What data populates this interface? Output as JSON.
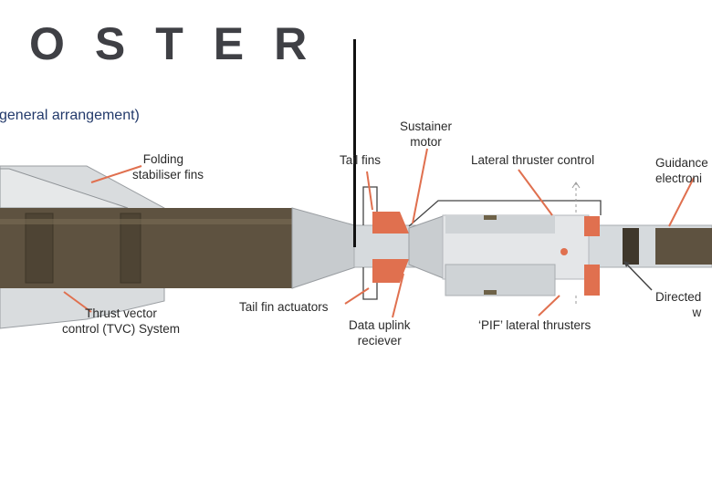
{
  "title": "OSTER",
  "subtitle": "general arrangement)",
  "colors": {
    "body_brown": "#5e5240",
    "body_grey": "#cfd3d6",
    "accent_orange": "#e0704f",
    "leader_orange": "#e0704f",
    "title_grey": "#3f4045",
    "subtitle_navy": "#233a6b"
  },
  "labels": {
    "folding_fins": [
      "Folding",
      "stabiliser fins"
    ],
    "tvc": [
      "Thrust vector",
      "control (TVC) System"
    ],
    "tail_fins": [
      "Tail fins"
    ],
    "tail_fin_actuators": [
      "Tail fin actuators"
    ],
    "sustainer_motor": [
      "Sustainer",
      "motor"
    ],
    "data_uplink": [
      "Data uplink",
      "reciever"
    ],
    "lateral_control": [
      "Lateral thruster control"
    ],
    "pif_thrusters": [
      "‘PIF’ lateral thrusters"
    ],
    "guidance": [
      "Guidance",
      "electroni"
    ],
    "directed": [
      "Directed",
      "w"
    ]
  }
}
